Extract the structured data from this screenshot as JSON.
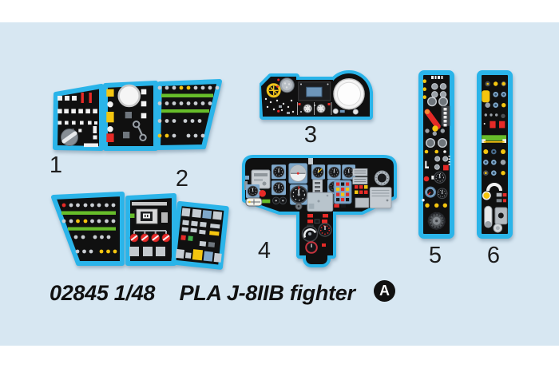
{
  "parts": [
    {
      "label": "1"
    },
    {
      "label": "2"
    },
    {
      "label": "3"
    },
    {
      "label": "4"
    },
    {
      "label": "5"
    },
    {
      "label": "6"
    }
  ],
  "footer": {
    "product_code": "02845",
    "scale": "1/48",
    "subject": "PLA J-8IIB fighter",
    "sheet_letter": "A"
  },
  "colors": {
    "outline_cyan": "#2ab4e9",
    "panel_black": "#101010",
    "accent_red": "#e62a27",
    "accent_yellow": "#f4c50f",
    "accent_green": "#67bd2a",
    "instrument_blue": "#7fa8cb",
    "band_blue": "#d7e7f2",
    "background_white": "#ffffff"
  }
}
